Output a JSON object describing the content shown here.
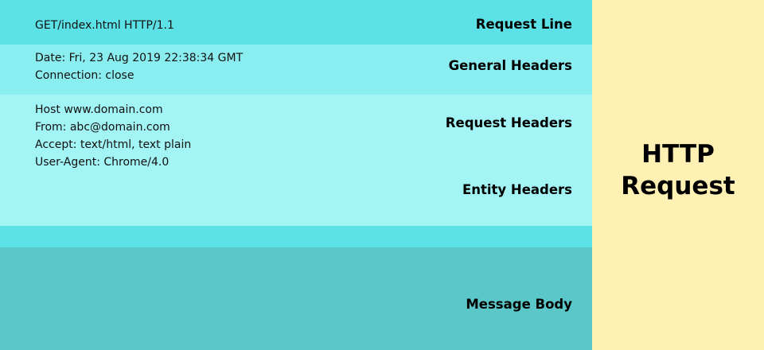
{
  "colors": {
    "request_line": "#5ce1e6",
    "general": "#8aeef0",
    "request_entity": "#a3f4f5",
    "separator": "#5ce1e6",
    "body": "#5cc7c8",
    "side": "#fff0b3"
  },
  "request_line": {
    "label": "Request Line",
    "lines": [
      "GET/index.html HTTP/1.1"
    ]
  },
  "general_headers": {
    "label": "General Headers",
    "lines": [
      "Date: Fri, 23 Aug 2019 22:38:34 GMT",
      "Connection: close"
    ]
  },
  "request_headers": {
    "label": "Request Headers",
    "lines": [
      "Host www.domain.com",
      "From: abc@domain.com",
      "Accept: text/html, text plain",
      "User-Agent: Chrome/4.0"
    ]
  },
  "entity_headers": {
    "label": "Entity Headers"
  },
  "message_body": {
    "label": "Message Body"
  },
  "side": {
    "title_line1": "HTTP",
    "title_line2": "Request"
  }
}
